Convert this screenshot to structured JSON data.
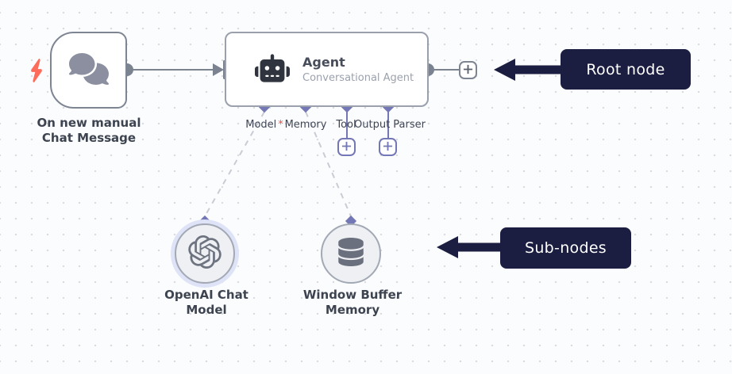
{
  "app": {
    "name": "workflow canvas"
  },
  "trigger_node": {
    "label": "On new manual Chat Message",
    "icon": "chat-bubbles-icon",
    "badge_icon": "lightning-bolt-icon"
  },
  "agent_node": {
    "title": "Agent",
    "subtitle": "Conversational Agent",
    "icon": "robot-icon"
  },
  "agent_inputs": [
    {
      "label": "Model",
      "required_marker": "*"
    },
    {
      "label": "Memory"
    },
    {
      "label": "Tool",
      "has_add_button": true
    },
    {
      "label": "Output Parser",
      "has_add_button": true
    }
  ],
  "sub_nodes": [
    {
      "label": "OpenAI Chat Model",
      "icon": "openai-logo-icon",
      "highlighted": true
    },
    {
      "label": "Window Buffer Memory",
      "icon": "database-icon",
      "highlighted": false
    }
  ],
  "annotations": [
    {
      "label": "Root node"
    },
    {
      "label": "Sub-nodes"
    }
  ],
  "icons": {
    "add": "plus-icon",
    "annotation_pointer": "arrow-left-icon"
  },
  "colors": {
    "canvas_bg": "#fbfcfe",
    "canvas_dot": "#d9dbe0",
    "annotation_bg": "#1b1e40",
    "annotation_text": "#ffffff",
    "connector_purple": "#7477b5",
    "edge_gray": "#7b8290",
    "node_border": "#9aa0ac",
    "subnode_fill": "#eef0f4",
    "subnode_halo": "#dfe3f7",
    "bolt_red": "#ff6c59",
    "required_red": "#e4504b",
    "label_text": "#3d4450",
    "subtitle_text": "#9ba1ad"
  }
}
